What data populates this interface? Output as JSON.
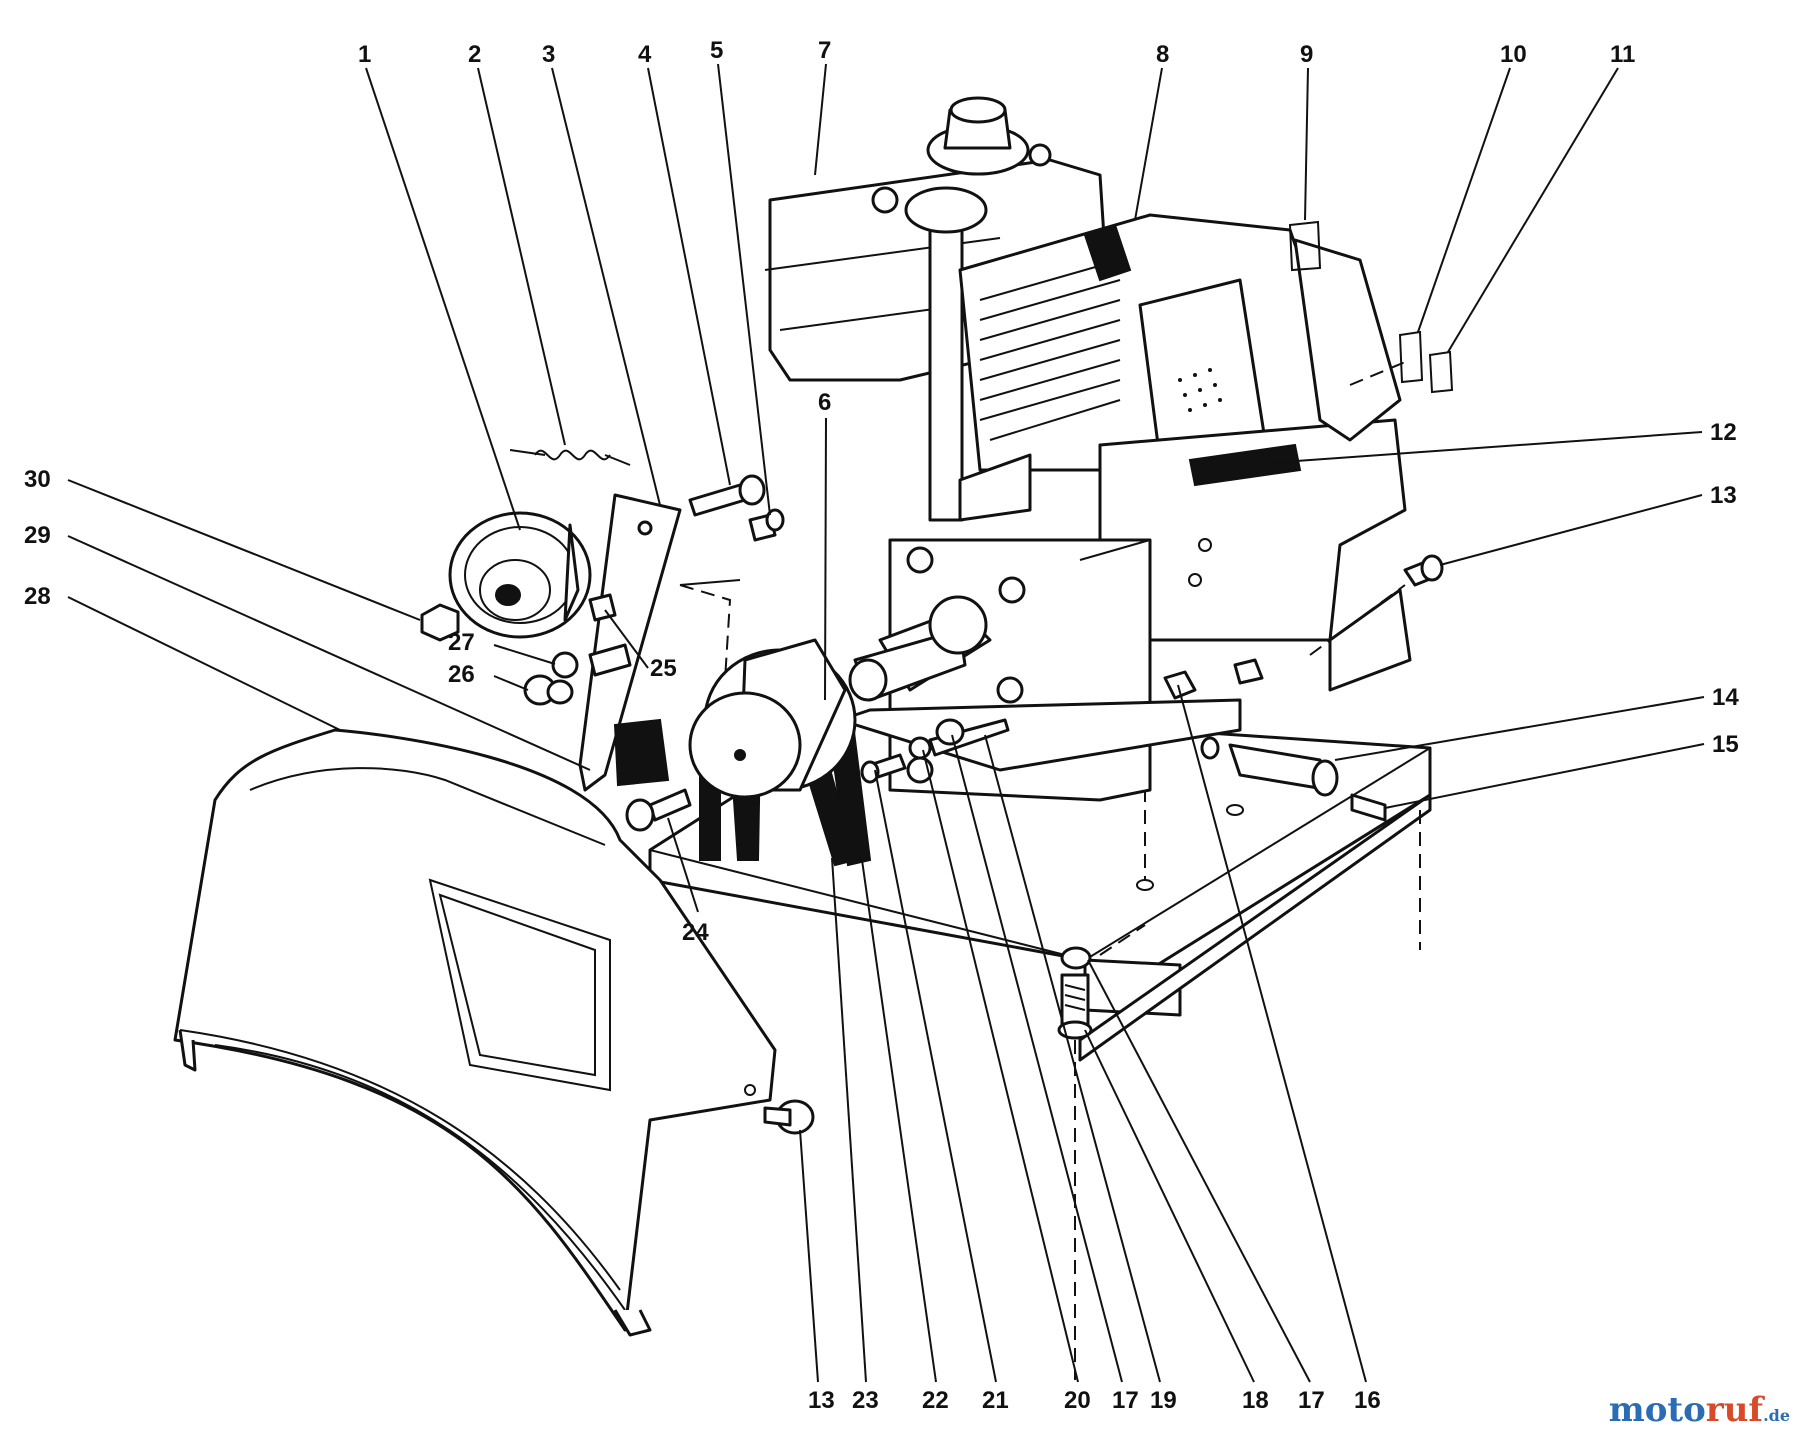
{
  "callouts": [
    "1",
    "2",
    "3",
    "4",
    "5",
    "6",
    "7",
    "8",
    "9",
    "10",
    "11",
    "12",
    "13",
    "14",
    "15",
    "30",
    "29",
    "28",
    "27",
    "26",
    "25",
    "24",
    "13",
    "23",
    "22",
    "21",
    "20",
    "17",
    "19",
    "18",
    "17",
    "16"
  ],
  "watermark": {
    "part1": "moto",
    "part2": "ruf",
    "part3": ".de"
  }
}
